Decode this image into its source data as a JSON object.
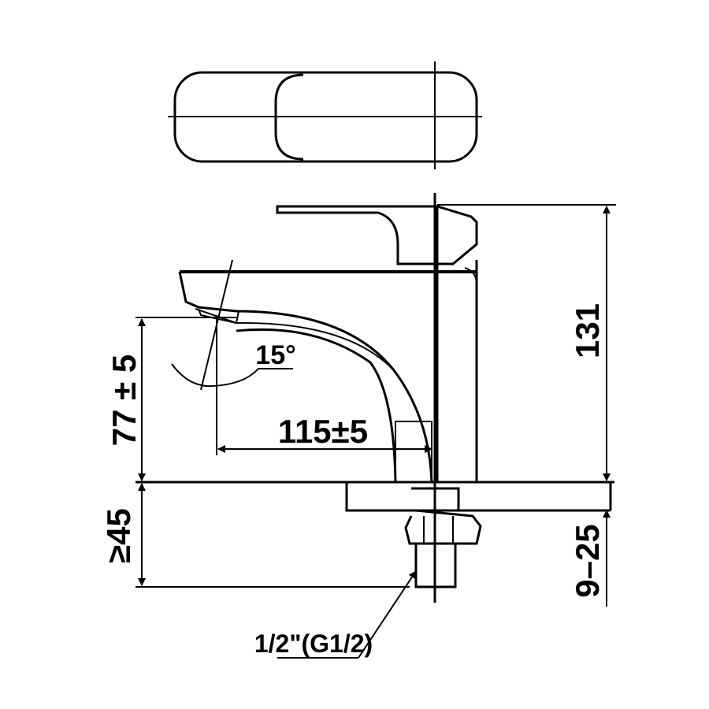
{
  "drawing": {
    "line_color": "#000000",
    "background": "#ffffff",
    "dimensions": {
      "height_total": "131",
      "spout_height": "77 ± 5",
      "spout_reach": "115±5",
      "spout_angle": "15°",
      "min_below_deck": "≥45",
      "deck_thickness": "9–25",
      "thread": "1/2\"(G1/2)"
    }
  }
}
